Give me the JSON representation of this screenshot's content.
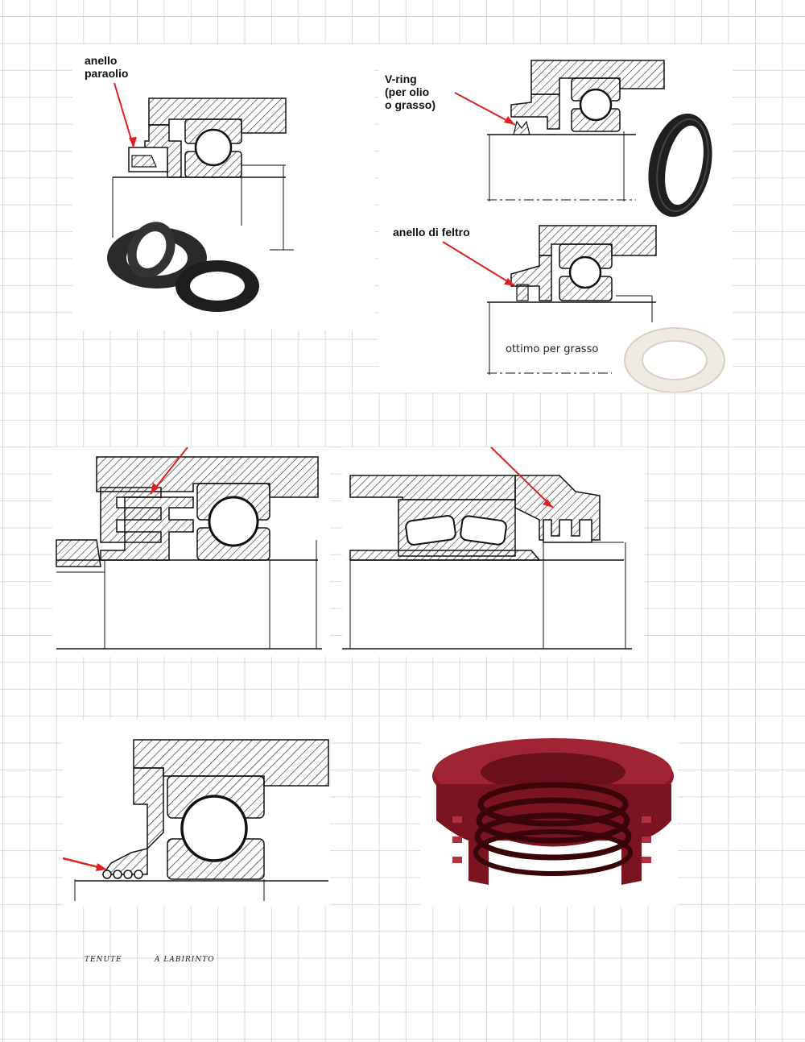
{
  "page": {
    "background": "#ffffff",
    "grid_color": "#d9d9d9"
  },
  "colors": {
    "arrow": "#e02020",
    "ink": "#111111",
    "hatch": "#222222",
    "seal_red": "#7a1420"
  },
  "figures": {
    "oil_seal": {
      "label": "anello\nparaolio"
    },
    "v_ring": {
      "label": "V-ring\n(per olio\no grasso)"
    },
    "felt_ring": {
      "label": "anello di feltro",
      "caption": "ottimo per grasso"
    }
  },
  "handwritten_note": {
    "left": "Tenute",
    "right": "a labirinto"
  }
}
